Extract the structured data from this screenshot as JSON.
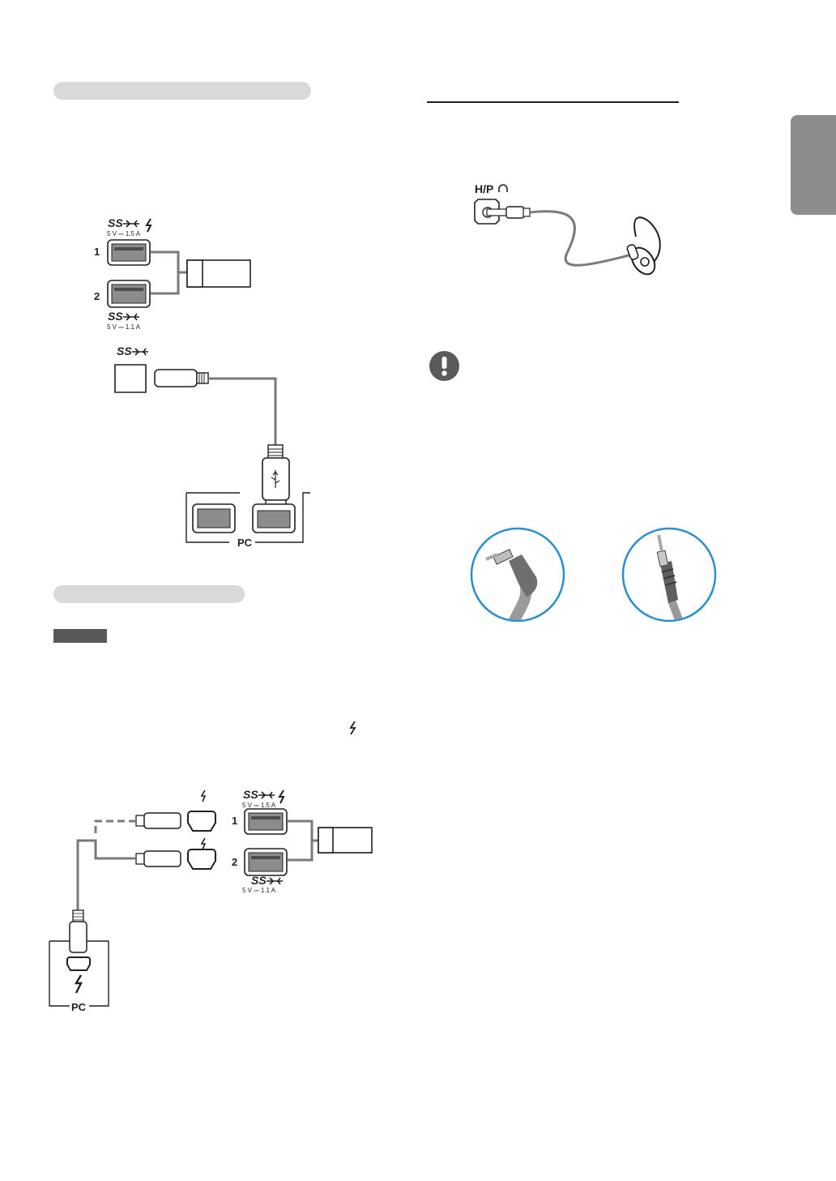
{
  "usb_diagram": {
    "port_top_rating": "5 V ⎓ 1.5 A",
    "port_bottom_rating": "5 V ⎓ 1.1 A",
    "port_1_label": "1",
    "port_2_label": "2",
    "ss_mark": "SS",
    "pc_label": "PC"
  },
  "tb_diagram": {
    "port_top_rating": "5 V ⎓ 1.5 A",
    "port_bottom_rating": "5 V ⎓ 1.1 A",
    "port_1_label": "1",
    "port_2_label": "2",
    "ss_mark": "SS",
    "pc_label": "PC"
  },
  "headphone_diagram": {
    "jack_label": "H/P"
  },
  "colors": {
    "pill": "#d9d9d9",
    "side_tab": "#8c8c8c",
    "note_badge": "#595959",
    "caution_icon": "#5a5a5a",
    "circle_border": "#2a8fcf",
    "cable_gray": "#7a7a7a"
  }
}
